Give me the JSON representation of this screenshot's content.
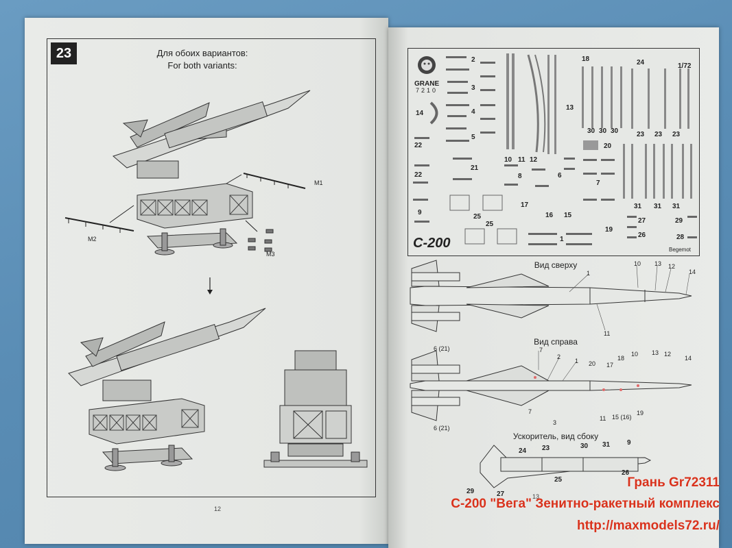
{
  "left_page": {
    "step_number": "23",
    "caption_ru": "Для обоих вариантов:",
    "caption_en": "For both variants:",
    "part_labels": {
      "m1": "M1",
      "m2": "M2",
      "m3": "M3"
    },
    "page_number": "12"
  },
  "right_page": {
    "brand": "GRANE",
    "kit_number": "7210",
    "scale": "1/72",
    "sheet_title": "С-200",
    "decal_maker": "Begemot",
    "decal_numbers": [
      "2",
      "3",
      "4",
      "5",
      "14",
      "22",
      "22",
      "21",
      "8",
      "6",
      "7",
      "17",
      "16",
      "15",
      "1",
      "9",
      "25",
      "25",
      "19",
      "10",
      "11",
      "12",
      "13",
      "18",
      "24",
      "20",
      "30",
      "30",
      "30",
      "23",
      "23",
      "23",
      "31",
      "31",
      "31",
      "27",
      "29",
      "26",
      "28"
    ],
    "views": {
      "top": "Вид сверху",
      "right": "Вид справа",
      "booster": "Ускоритель, вид сбоку"
    },
    "top_callouts": [
      "1",
      "10",
      "13",
      "12",
      "14",
      "11"
    ],
    "right_callouts": [
      "6 (21)",
      "7",
      "2",
      "1",
      "20",
      "18",
      "17",
      "10",
      "13",
      "12",
      "14",
      "6 (21)",
      "7",
      "3",
      "11",
      "15 (16)",
      "19"
    ],
    "booster_callouts": [
      "24",
      "23",
      "30",
      "31",
      "9",
      "29",
      "27",
      "25",
      "26"
    ],
    "page_number": "13"
  },
  "watermark": {
    "line1": "Грань Gr72311",
    "line2": "С-200 \"Вега\" Зенитно-ракетный комплекс",
    "line3": "http://maxmodels72.ru/"
  },
  "colors": {
    "watermark": "#d9321c",
    "background": "#5c8fb5",
    "paper": "#ecedea"
  }
}
